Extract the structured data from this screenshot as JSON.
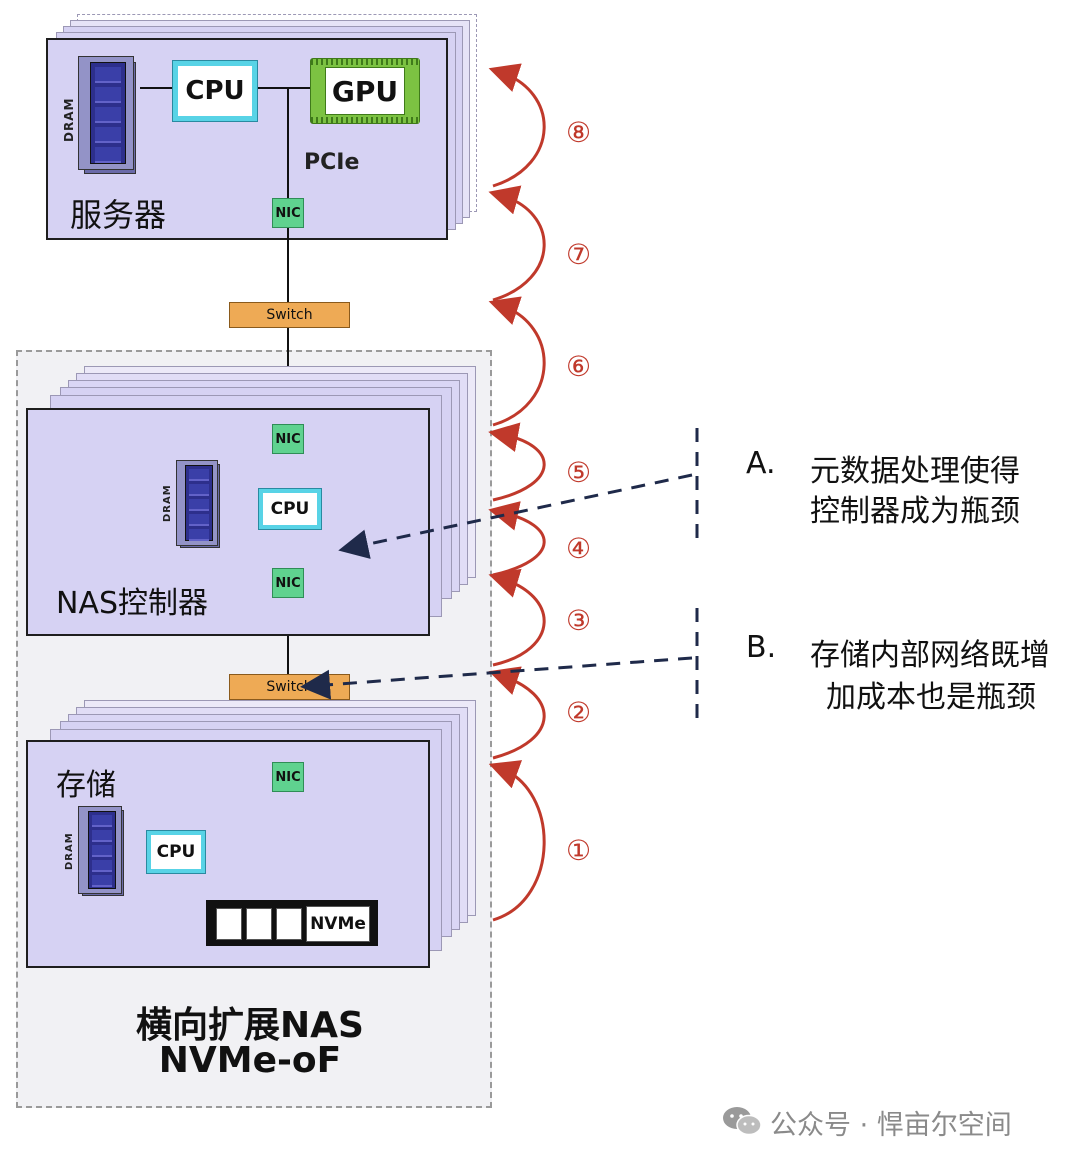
{
  "server": {
    "label": "服务器",
    "cpu": "CPU",
    "gpu": "GPU",
    "dram": "DRAM",
    "pcie": "PCIe",
    "nic": "NIC"
  },
  "switch_top": "Switch",
  "nas": {
    "label": "NAS控制器",
    "cpu": "CPU",
    "dram": "DRAM",
    "nic_top": "NIC",
    "nic_bottom": "NIC"
  },
  "switch_bottom": "Switch",
  "storage": {
    "label": "存储",
    "cpu": "CPU",
    "dram": "DRAM",
    "nic": "NIC",
    "nvme": "NVMe"
  },
  "group_title": {
    "line1": "横向扩展NAS",
    "line2": "NVMe-oF"
  },
  "steps": [
    "①",
    "②",
    "③",
    "④",
    "⑤",
    "⑥",
    "⑦",
    "⑧"
  ],
  "note_a": {
    "letter": "A.",
    "line1": "元数据处理使得",
    "line2": "控制器成为瓶颈"
  },
  "note_b": {
    "letter": "B.",
    "line1": "存储内部网络既增",
    "line2": "加成本也是瓶颈"
  },
  "watermark": "公众号 · 悍亩尔空间",
  "colors": {
    "card": "#d6d2f3",
    "nic": "#5fd28f",
    "switch": "#eeaa55",
    "cpu": "#58d3e6",
    "gpu": "#7cc242",
    "arrow": "#c0392b",
    "dashed": "#1f2a4a"
  }
}
